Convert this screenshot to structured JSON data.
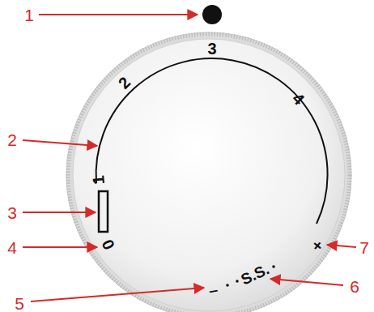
{
  "diagram": {
    "labels": [
      "1",
      "2",
      "3",
      "4",
      "5",
      "6",
      "7",
      "0",
      "1",
      "2",
      "3",
      "4",
      "–",
      "S.S.",
      "+"
    ]
  }
}
